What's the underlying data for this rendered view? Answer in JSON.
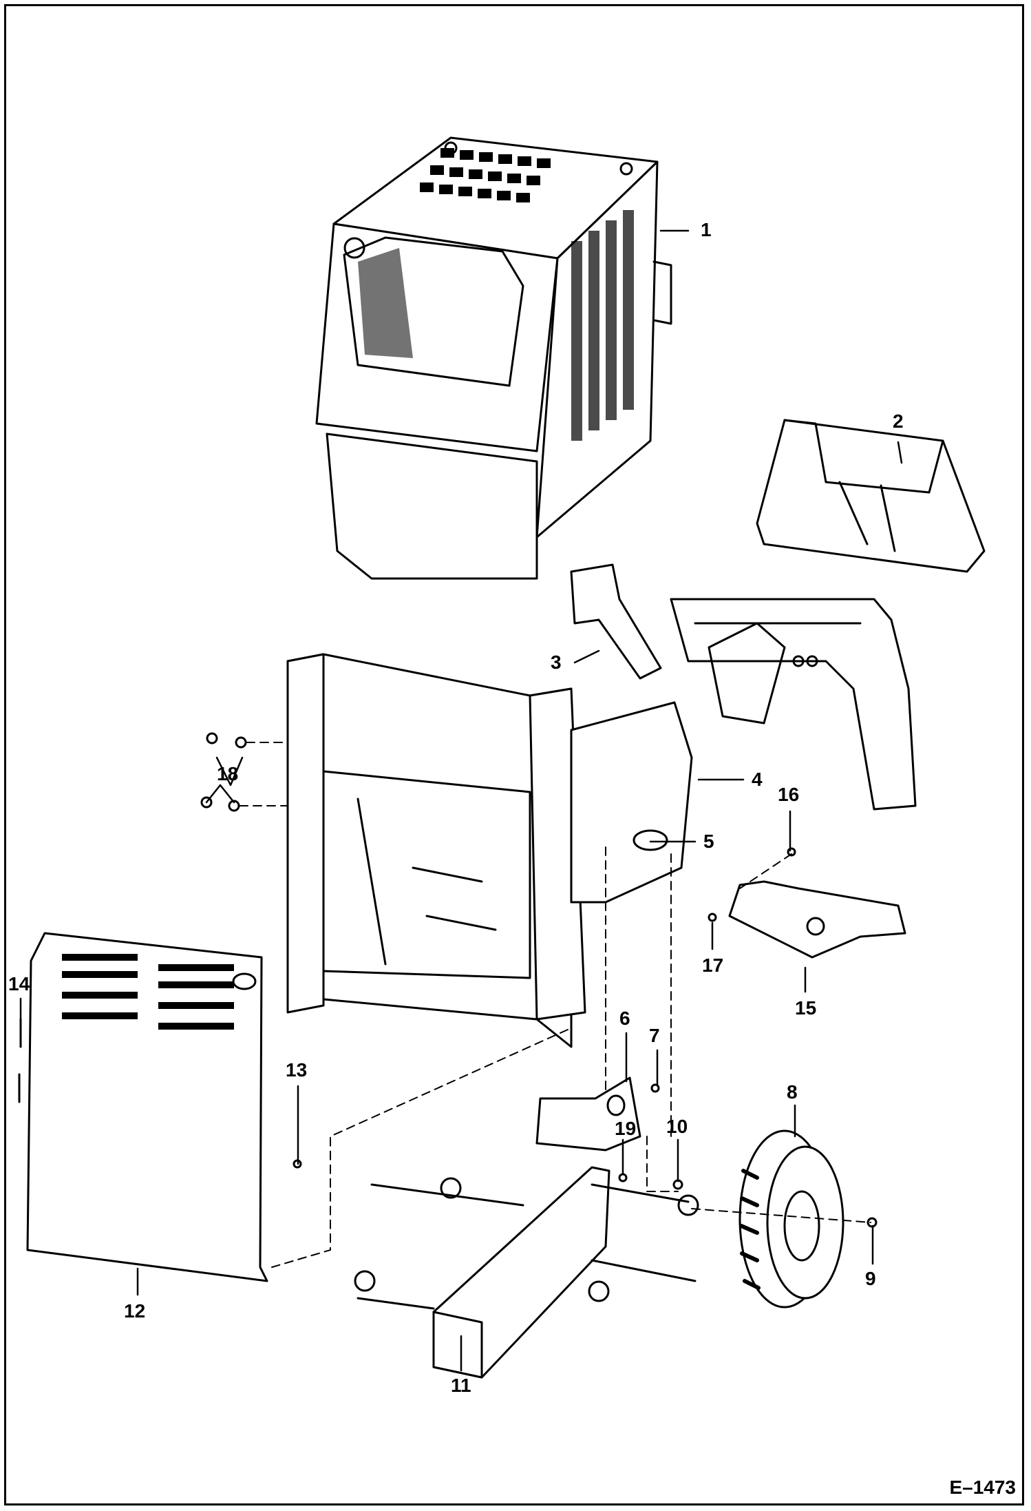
{
  "figure_id": "E–1473",
  "callouts": {
    "c1": "1",
    "c2": "2",
    "c3": "3",
    "c4": "4",
    "c5": "5",
    "c6": "6",
    "c7": "7",
    "c8": "8",
    "c9": "9",
    "c10": "10",
    "c11": "11",
    "c12": "12",
    "c13": "13",
    "c14": "14",
    "c15": "15",
    "c16": "16",
    "c17": "17",
    "c18": "18",
    "c19": "19"
  }
}
